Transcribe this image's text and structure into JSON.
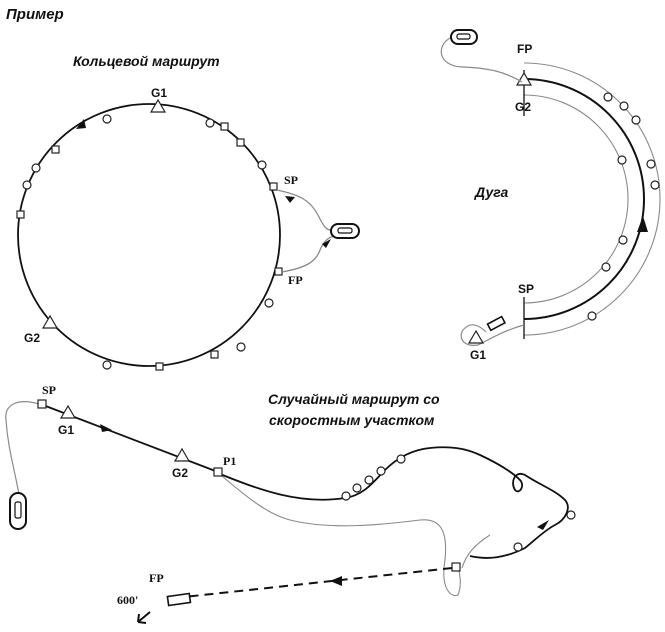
{
  "header": {
    "title": "Пример"
  },
  "circular": {
    "title": "Кольцевой маршрут",
    "labels": {
      "g1": "G1",
      "g2": "G2",
      "sp": "SP",
      "fp": "FP"
    }
  },
  "arc": {
    "title": "Дуга",
    "labels": {
      "fp": "FP",
      "g2": "G2",
      "sp": "SP",
      "g1": "G1"
    }
  },
  "random": {
    "title_line1": "Случайный маршрут со",
    "title_line2": "скоростным участком",
    "labels": {
      "sp": "SP",
      "g1": "G1",
      "g2": "G2",
      "p1": "P1",
      "fp": "FP",
      "distance": "600'"
    }
  }
}
